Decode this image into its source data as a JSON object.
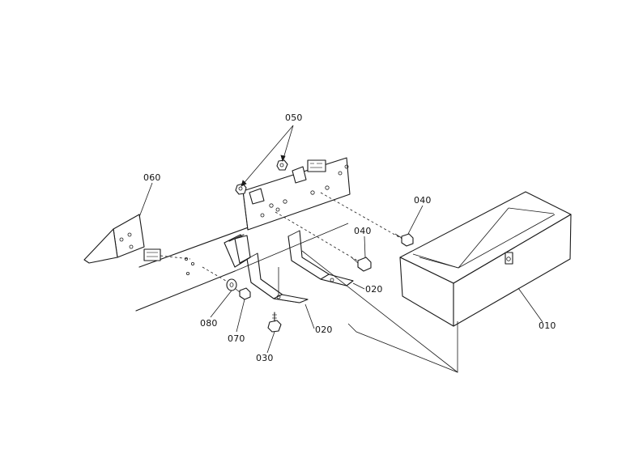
{
  "callouts": {
    "c050": "050",
    "c060": "060",
    "c040a": "040",
    "c040b": "040",
    "c020a": "020",
    "c020b": "020",
    "c080": "080",
    "c070": "070",
    "c030": "030",
    "c010": "010"
  },
  "icons": {
    "tool-box": "tool-box-icon",
    "mounting-plate": "mounting-plate-icon",
    "bracket": "l-bracket-icon",
    "bolt": "bolt-icon",
    "nut": "nut-icon",
    "washer": "washer-icon"
  }
}
